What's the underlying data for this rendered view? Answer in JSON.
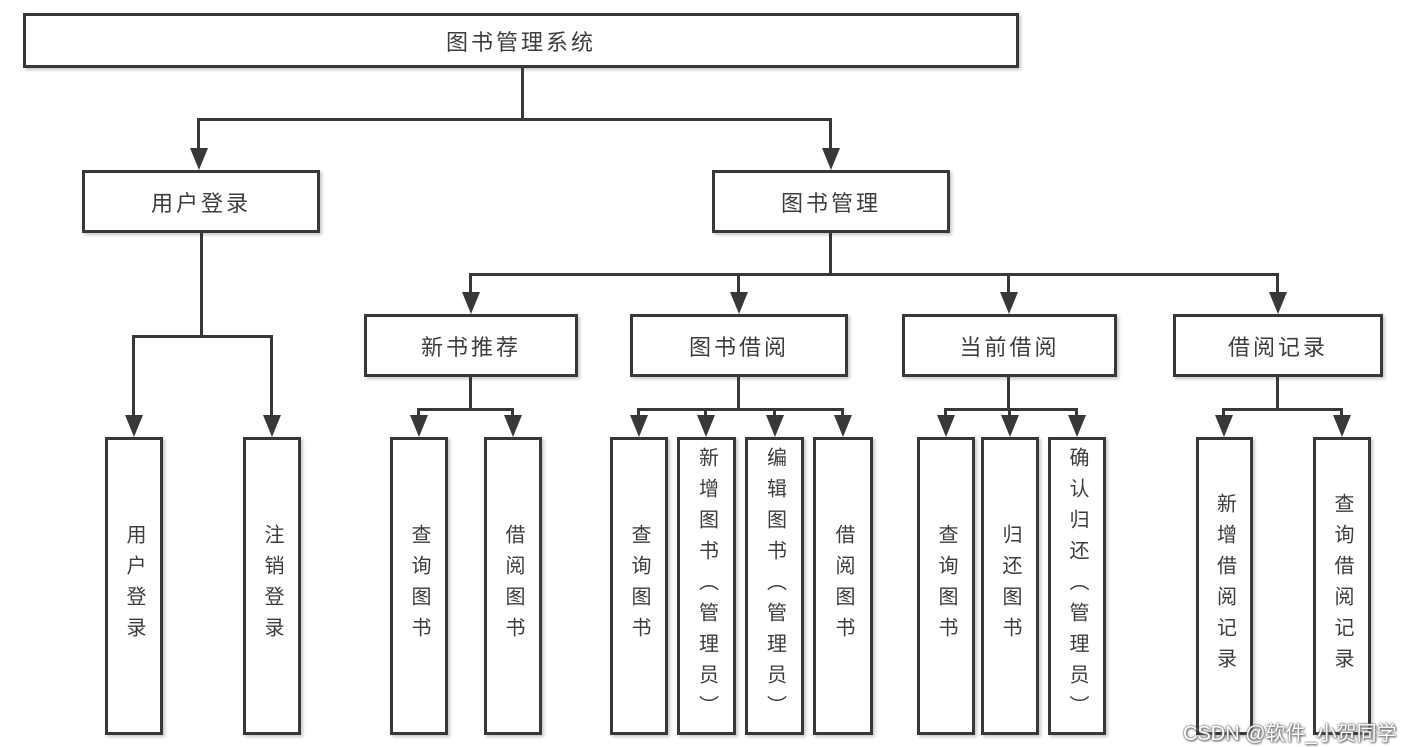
{
  "diagram": {
    "title": "图书管理系统",
    "level2": [
      "用户登录",
      "图书管理"
    ],
    "level3": [
      "新书推荐",
      "图书借阅",
      "当前借阅",
      "借阅记录"
    ],
    "leaves": {
      "user_login": [
        "用户登录",
        "注销登录"
      ],
      "new_book_recommend": [
        "查询图书",
        "借阅图书"
      ],
      "book_borrow": [
        "查询图书",
        "新增图书（管理员）",
        "编辑图书（管理员）",
        "借阅图书"
      ],
      "current_borrow": [
        "查询图书",
        "归还图书",
        "确认归还（管理员）"
      ],
      "borrow_records": [
        "新增借阅记录",
        "查询借阅记录"
      ]
    },
    "colors": {
      "line": "#383838",
      "text": "#3d3d3d",
      "background": "#ffffff",
      "watermark_text": "#ffffff"
    },
    "watermark": "CSDN @软件_小贺同学"
  }
}
